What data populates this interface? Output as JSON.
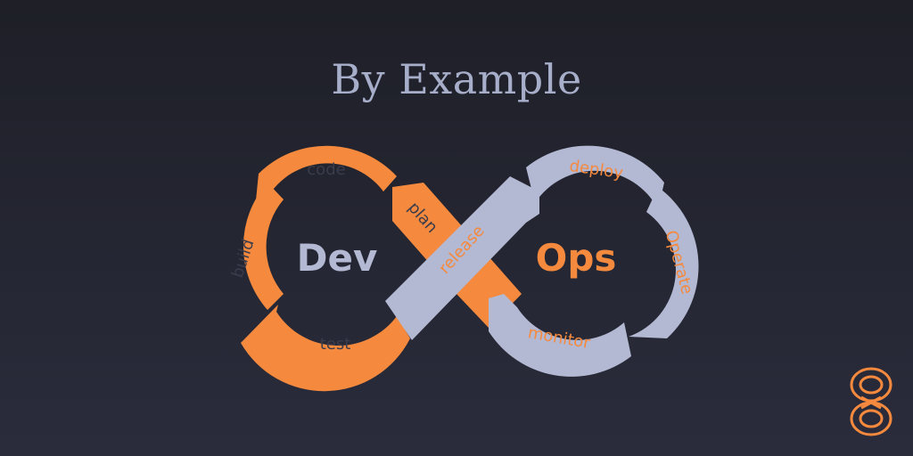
{
  "title": "By Example",
  "diagram": {
    "dev_label": "Dev",
    "ops_label": "Ops",
    "stages": {
      "plan": "plan",
      "code": "code",
      "build": "build",
      "test": "test",
      "release": "release",
      "deploy": "deploy",
      "operate": "Operate",
      "monitor": "monitor"
    }
  },
  "colors": {
    "background_top": "#1e1f27",
    "background_bottom": "#2a2c3c",
    "orange": "#f58a3e",
    "slate": "#b3b8d3",
    "title": "#a7aec9"
  },
  "logo": {
    "icon": "infinity-knot-logo"
  }
}
